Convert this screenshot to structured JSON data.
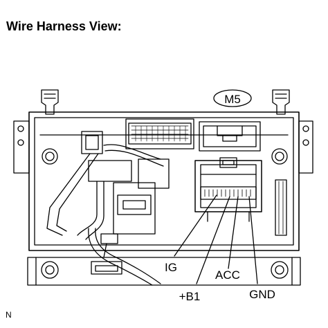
{
  "header": {
    "title": "Wire Harness View:"
  },
  "connector": {
    "id": "M5"
  },
  "terminals": [
    {
      "label": "IG"
    },
    {
      "label": "+B1"
    },
    {
      "label": "ACC"
    },
    {
      "label": "GND"
    }
  ],
  "footer": {
    "figure_code": "N"
  }
}
